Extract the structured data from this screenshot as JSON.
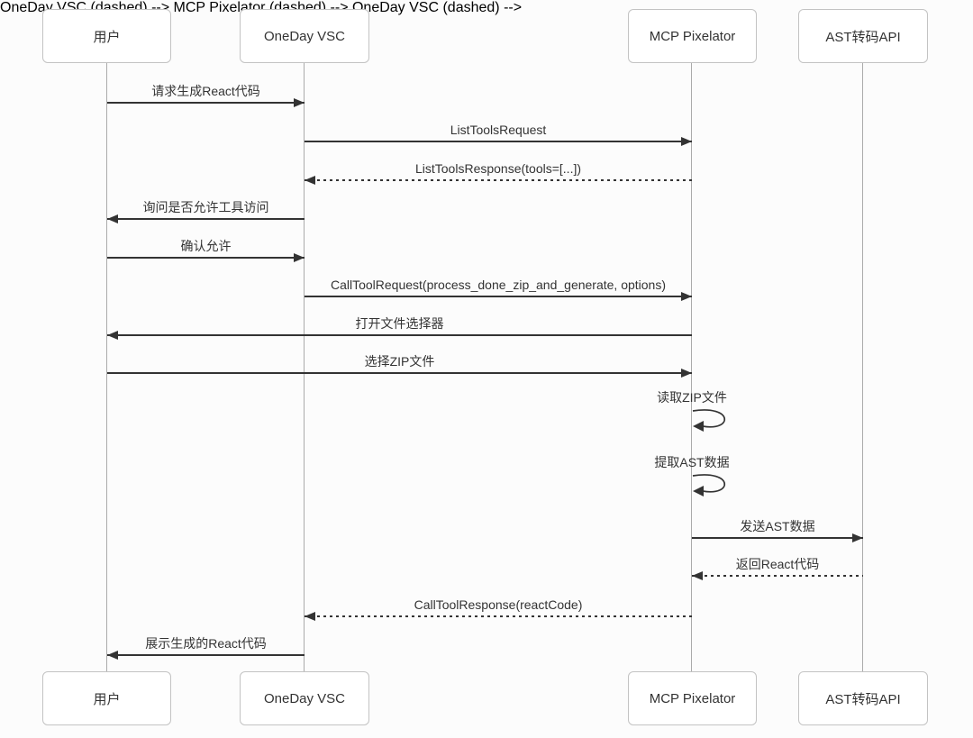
{
  "diagram": {
    "type": "sequence-diagram",
    "participants": [
      {
        "label": "用户"
      },
      {
        "label": "OneDay VSC"
      },
      {
        "label": "MCP Pixelator"
      },
      {
        "label": "AST转码API"
      }
    ],
    "messages": [
      {
        "label": "请求生成React代码",
        "from": "用户",
        "to": "OneDay VSC",
        "line": "solid",
        "direction": "right"
      },
      {
        "label": "ListToolsRequest",
        "from": "OneDay VSC",
        "to": "MCP Pixelator",
        "line": "solid",
        "direction": "right"
      },
      {
        "label": "ListToolsResponse(tools=[...])",
        "from": "MCP Pixelator",
        "to": "OneDay VSC",
        "line": "dashed",
        "direction": "left"
      },
      {
        "label": "询问是否允许工具访问",
        "from": "OneDay VSC",
        "to": "用户",
        "line": "solid",
        "direction": "left"
      },
      {
        "label": "确认允许",
        "from": "用户",
        "to": "OneDay VSC",
        "line": "solid",
        "direction": "right"
      },
      {
        "label": "CallToolRequest(process_done_zip_and_generate, options)",
        "from": "OneDay VSC",
        "to": "MCP Pixelator",
        "line": "solid",
        "direction": "right"
      },
      {
        "label": "打开文件选择器",
        "from": "MCP Pixelator",
        "to": "用户",
        "line": "solid",
        "direction": "left"
      },
      {
        "label": "选择ZIP文件",
        "from": "用户",
        "to": "MCP Pixelator",
        "line": "solid",
        "direction": "right"
      },
      {
        "label": "读取ZIP文件",
        "from": "MCP Pixelator",
        "to": "MCP Pixelator",
        "line": "solid",
        "direction": "self"
      },
      {
        "label": "提取AST数据",
        "from": "MCP Pixelator",
        "to": "MCP Pixelator",
        "line": "solid",
        "direction": "self"
      },
      {
        "label": "发送AST数据",
        "from": "MCP Pixelator",
        "to": "AST转码API",
        "line": "solid",
        "direction": "right"
      },
      {
        "label": "返回React代码",
        "from": "AST转码API",
        "to": "MCP Pixelator",
        "line": "dashed",
        "direction": "left"
      },
      {
        "label": "CallToolResponse(reactCode)",
        "from": "MCP Pixelator",
        "to": "OneDay VSC",
        "line": "dashed",
        "direction": "left"
      },
      {
        "label": "展示生成的React代码",
        "from": "OneDay VSC",
        "to": "用户",
        "line": "solid",
        "direction": "left"
      }
    ],
    "colors": {
      "background": "#fcfcfc",
      "box_background": "#ffffff",
      "box_border": "#c3c3c3",
      "lifeline": "#ababab",
      "arrow": "#333333",
      "text": "#333333"
    }
  }
}
